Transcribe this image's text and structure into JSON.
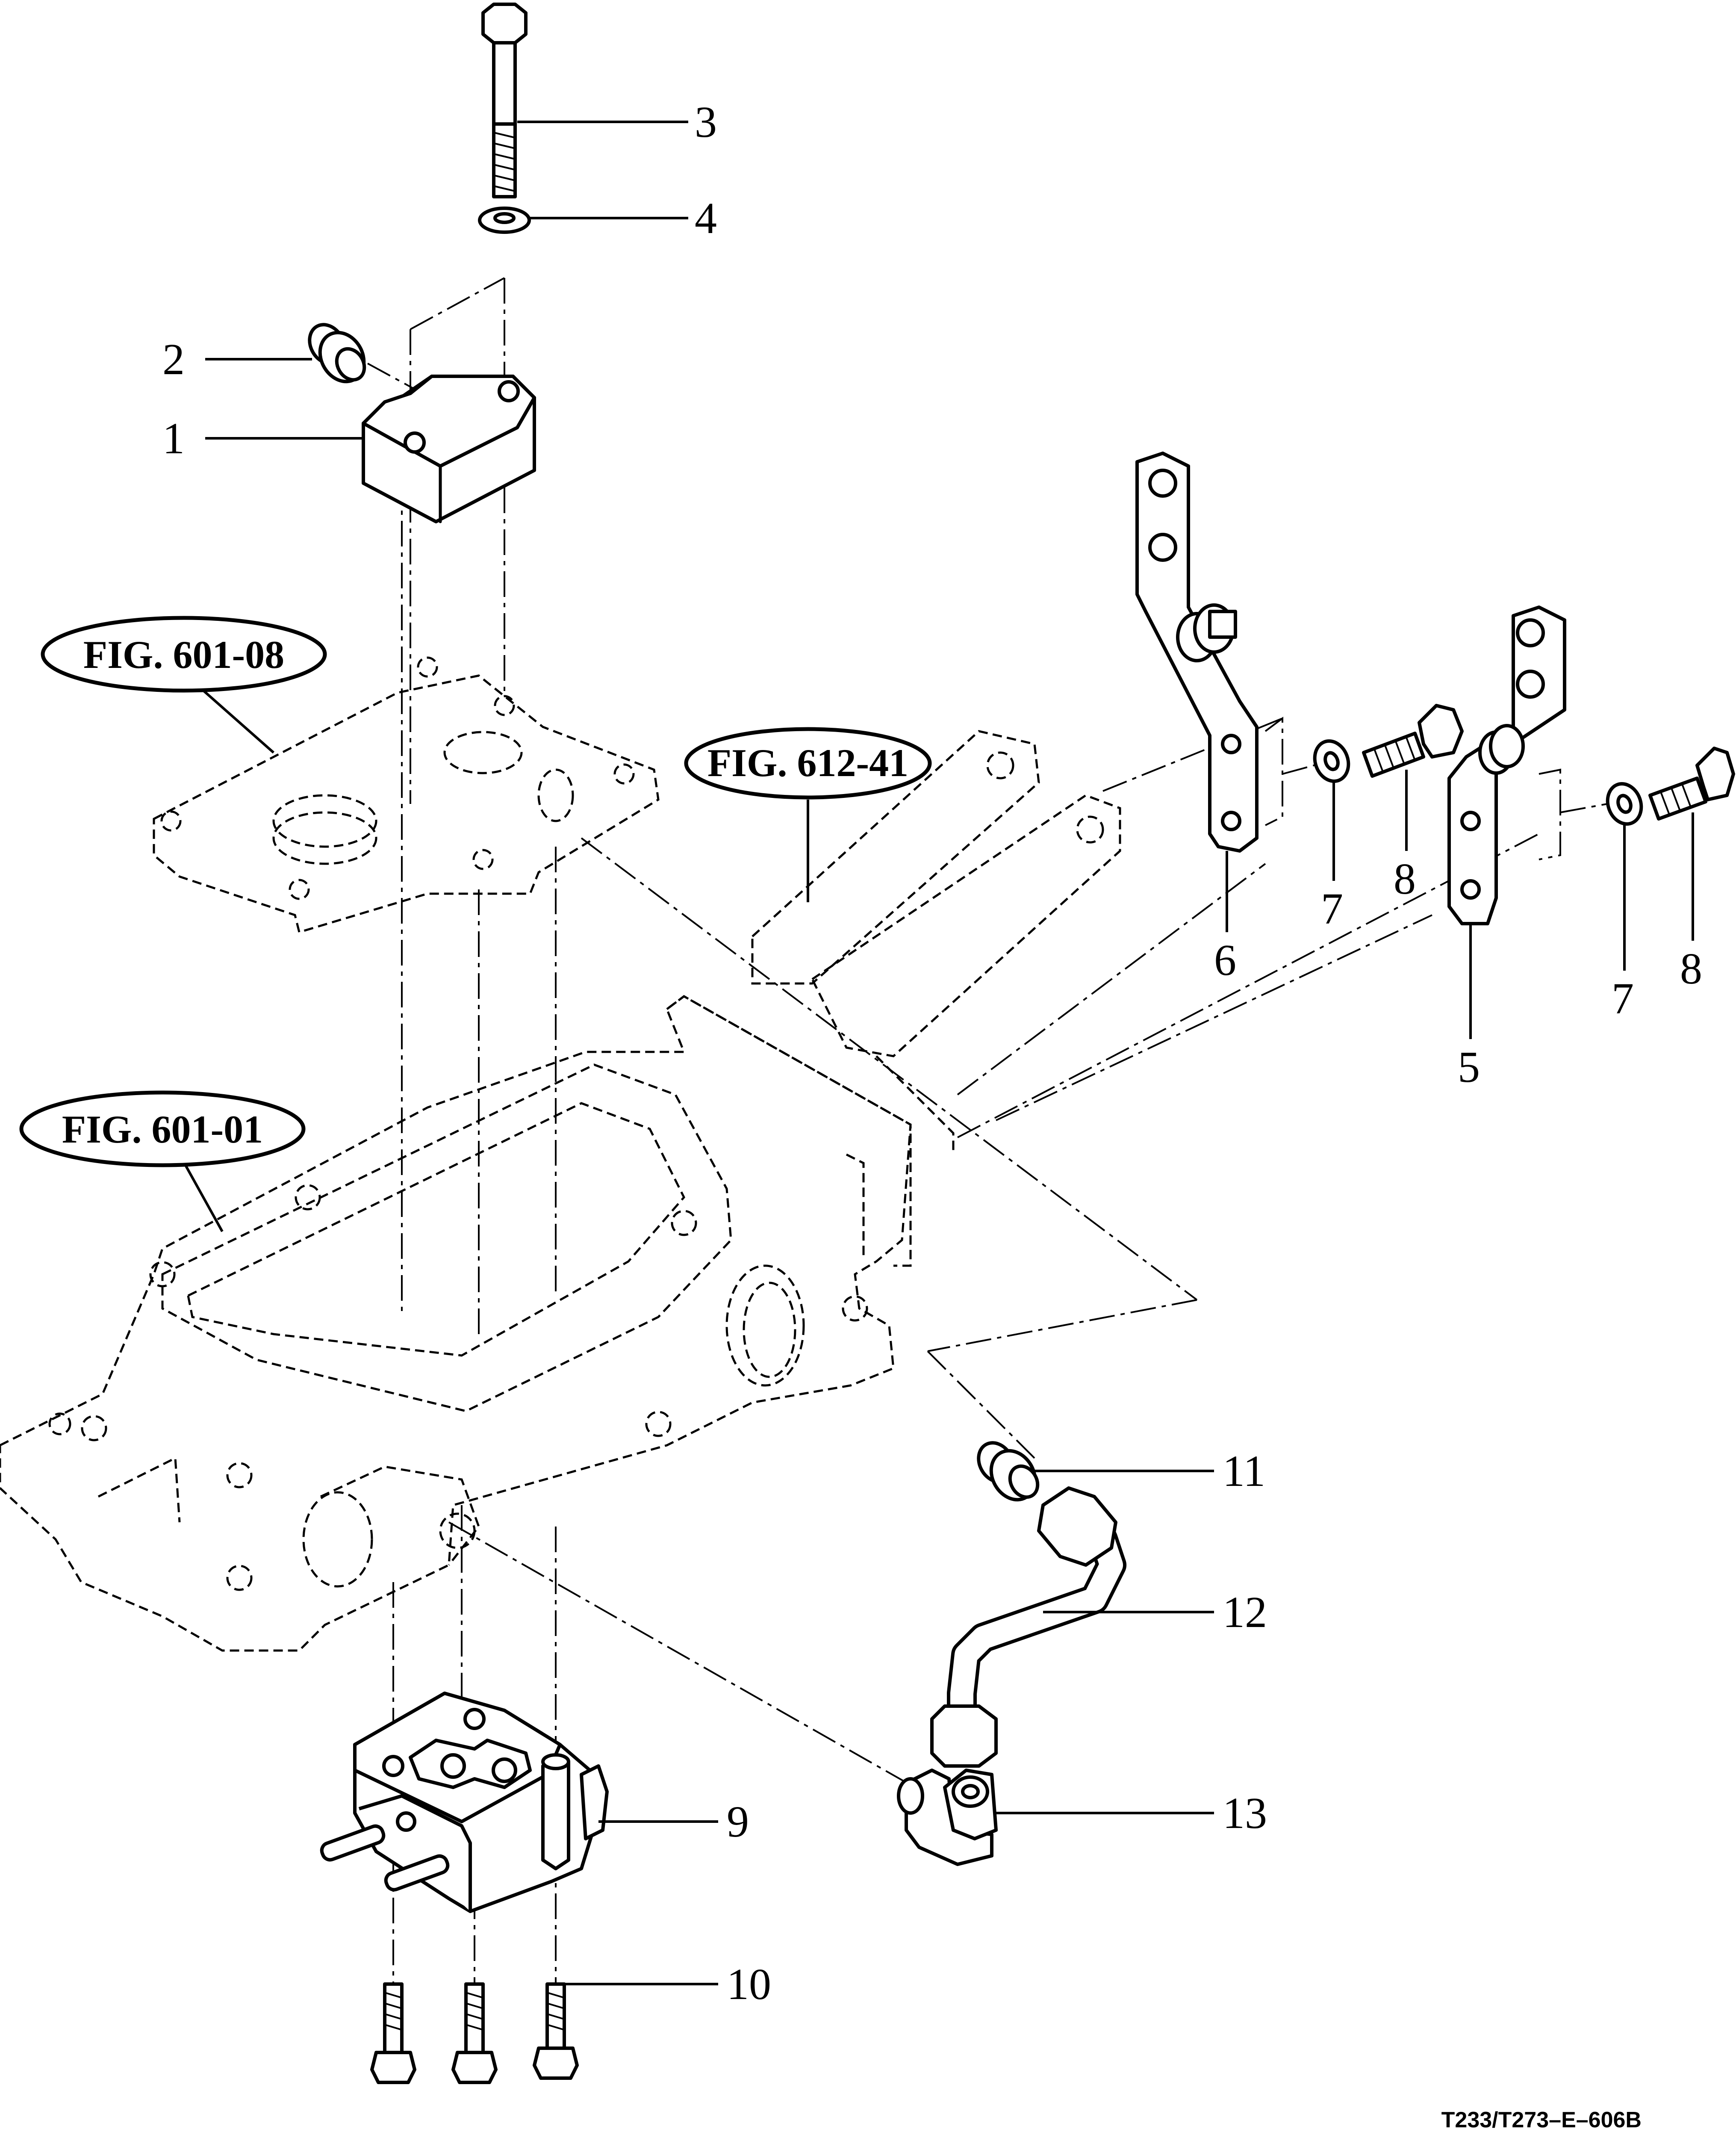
{
  "diagram": {
    "drawing_code": "T233/T273–E–606B",
    "figure_refs": [
      {
        "id": "fig_601_08",
        "label": "FIG. 601-08"
      },
      {
        "id": "fig_612_41",
        "label": "FIG. 612-41"
      },
      {
        "id": "fig_601_01",
        "label": "FIG. 601-01"
      }
    ],
    "callouts": [
      {
        "id": "c1",
        "label": "1"
      },
      {
        "id": "c2",
        "label": "2"
      },
      {
        "id": "c3",
        "label": "3"
      },
      {
        "id": "c4",
        "label": "4"
      },
      {
        "id": "c5",
        "label": "5"
      },
      {
        "id": "c6",
        "label": "6"
      },
      {
        "id": "c7a",
        "label": "7"
      },
      {
        "id": "c8a",
        "label": "8"
      },
      {
        "id": "c7b",
        "label": "7"
      },
      {
        "id": "c8b",
        "label": "8"
      },
      {
        "id": "c9",
        "label": "9"
      },
      {
        "id": "c10",
        "label": "10"
      },
      {
        "id": "c11",
        "label": "11"
      },
      {
        "id": "c12",
        "label": "12"
      },
      {
        "id": "c13",
        "label": "13"
      }
    ]
  }
}
